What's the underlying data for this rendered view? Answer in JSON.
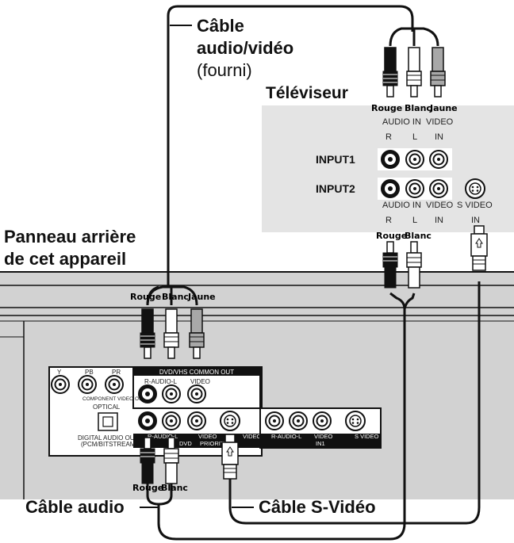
{
  "labels": {
    "av_cable_1": "Câble",
    "av_cable_2": "audio/vidéo",
    "av_cable_3": "(fourni)",
    "tv_title": "Téléviseur",
    "rear_panel_1": "Panneau arrière",
    "rear_panel_2": "de cet appareil",
    "audio_cable": "Câble audio",
    "svideo_cable": "Câble S-Vidéo"
  },
  "plug_colors": {
    "rouge": "Rouge",
    "blanc": "Blanc",
    "jaune": "Jaune"
  },
  "tv": {
    "audio_in": "AUDIO IN",
    "r": "R",
    "l": "L",
    "video": "VIDEO",
    "in": "IN",
    "input1": "INPUT1",
    "input2": "INPUT2",
    "s_video": "S VIDEO"
  },
  "unit": {
    "y": "Y",
    "pb": "PB",
    "pr": "PR",
    "component_out": "COMPONENT VIDEO OUT",
    "common_out": "DVD/VHS COMMON OUT",
    "r_audio_l": "R-AUDIO-L",
    "video": "VIDEO",
    "optical": "OPTICAL",
    "digital_1": "DIGITAL AUDIO OUT",
    "digital_2": "(PCM/BITSTREAM)",
    "dvd": "DVD",
    "priority": "PRIORITY",
    "in1": "IN1",
    "s_video": "S VIDEO"
  },
  "colors": {
    "ink": "#111111",
    "panel_gray": "#e4e4e4",
    "unit_gray": "#d2d2d2",
    "plug_red": "#1a1a1a",
    "plug_white": "#ffffff",
    "plug_yellow": "#a8a8a8"
  }
}
